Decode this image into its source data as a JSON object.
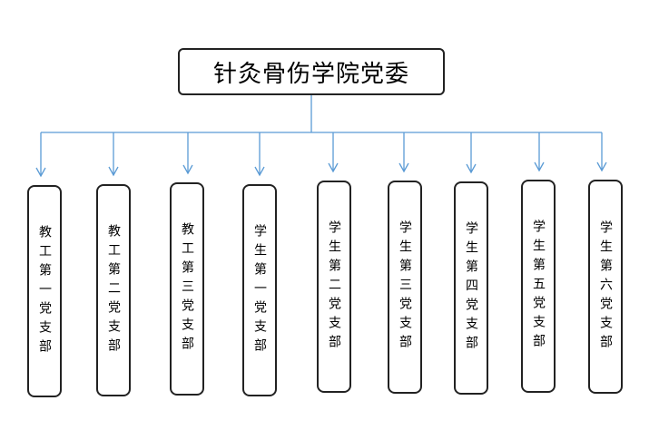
{
  "root": {
    "title": "针灸骨伤学院党委"
  },
  "branches": [
    {
      "label": "教工第一党支部"
    },
    {
      "label": "教工第二党支部"
    },
    {
      "label": "教工第三党支部"
    },
    {
      "label": "学生第一党支部"
    },
    {
      "label": "学生第二党支部"
    },
    {
      "label": "学生第三党支部"
    },
    {
      "label": "学生第四党支部"
    },
    {
      "label": "学生第五党支部"
    },
    {
      "label": "学生第六党支部"
    }
  ],
  "colors": {
    "connector": "#5b9bd5",
    "box_border": "#222222"
  }
}
